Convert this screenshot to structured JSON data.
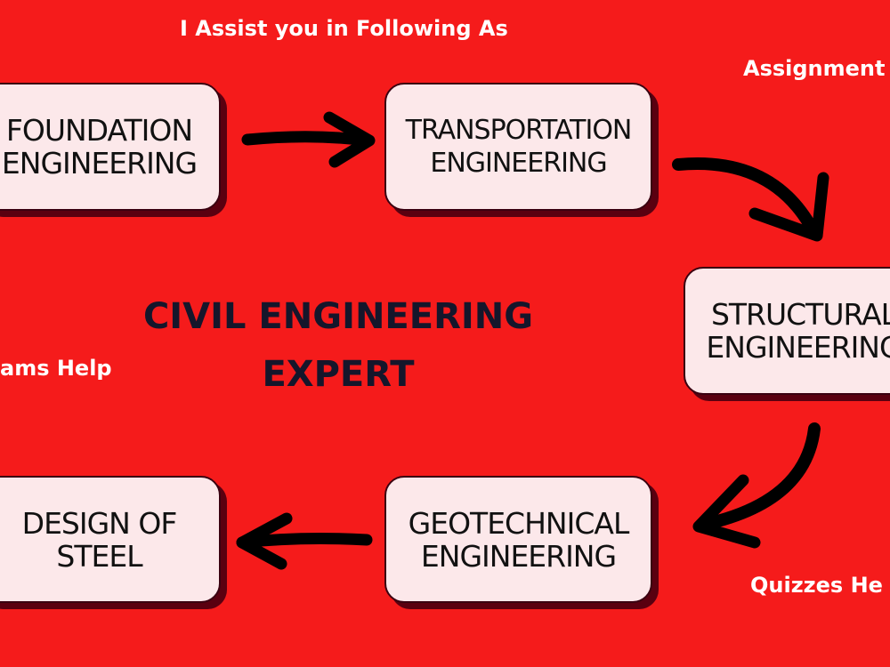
{
  "header": {
    "text": "I Assist you in Following As"
  },
  "side_labels": {
    "assignment": "Assignment",
    "exams": "ams Help",
    "quizzes": "Quizzes He"
  },
  "center_title": {
    "line1": "CIVIL ENGINEERING",
    "line2": "EXPERT"
  },
  "boxes": [
    {
      "line1": "FOUNDATION",
      "line2": "ENGINEERING"
    },
    {
      "line1": "TRANSPORTATION",
      "line2": "ENGINEERING"
    },
    {
      "line1": "STRUCTURAL",
      "line2": "ENGINEERING"
    },
    {
      "line1": "GEOTECHNICAL",
      "line2": "ENGINEERING"
    },
    {
      "line1": "DESIGN OF",
      "line2": "STEEL"
    }
  ],
  "colors": {
    "background": "#f51b1b",
    "box_fill": "#fce8ea",
    "box_shadow": "#5a0010",
    "title": "#15162b",
    "arrow": "#000000"
  }
}
